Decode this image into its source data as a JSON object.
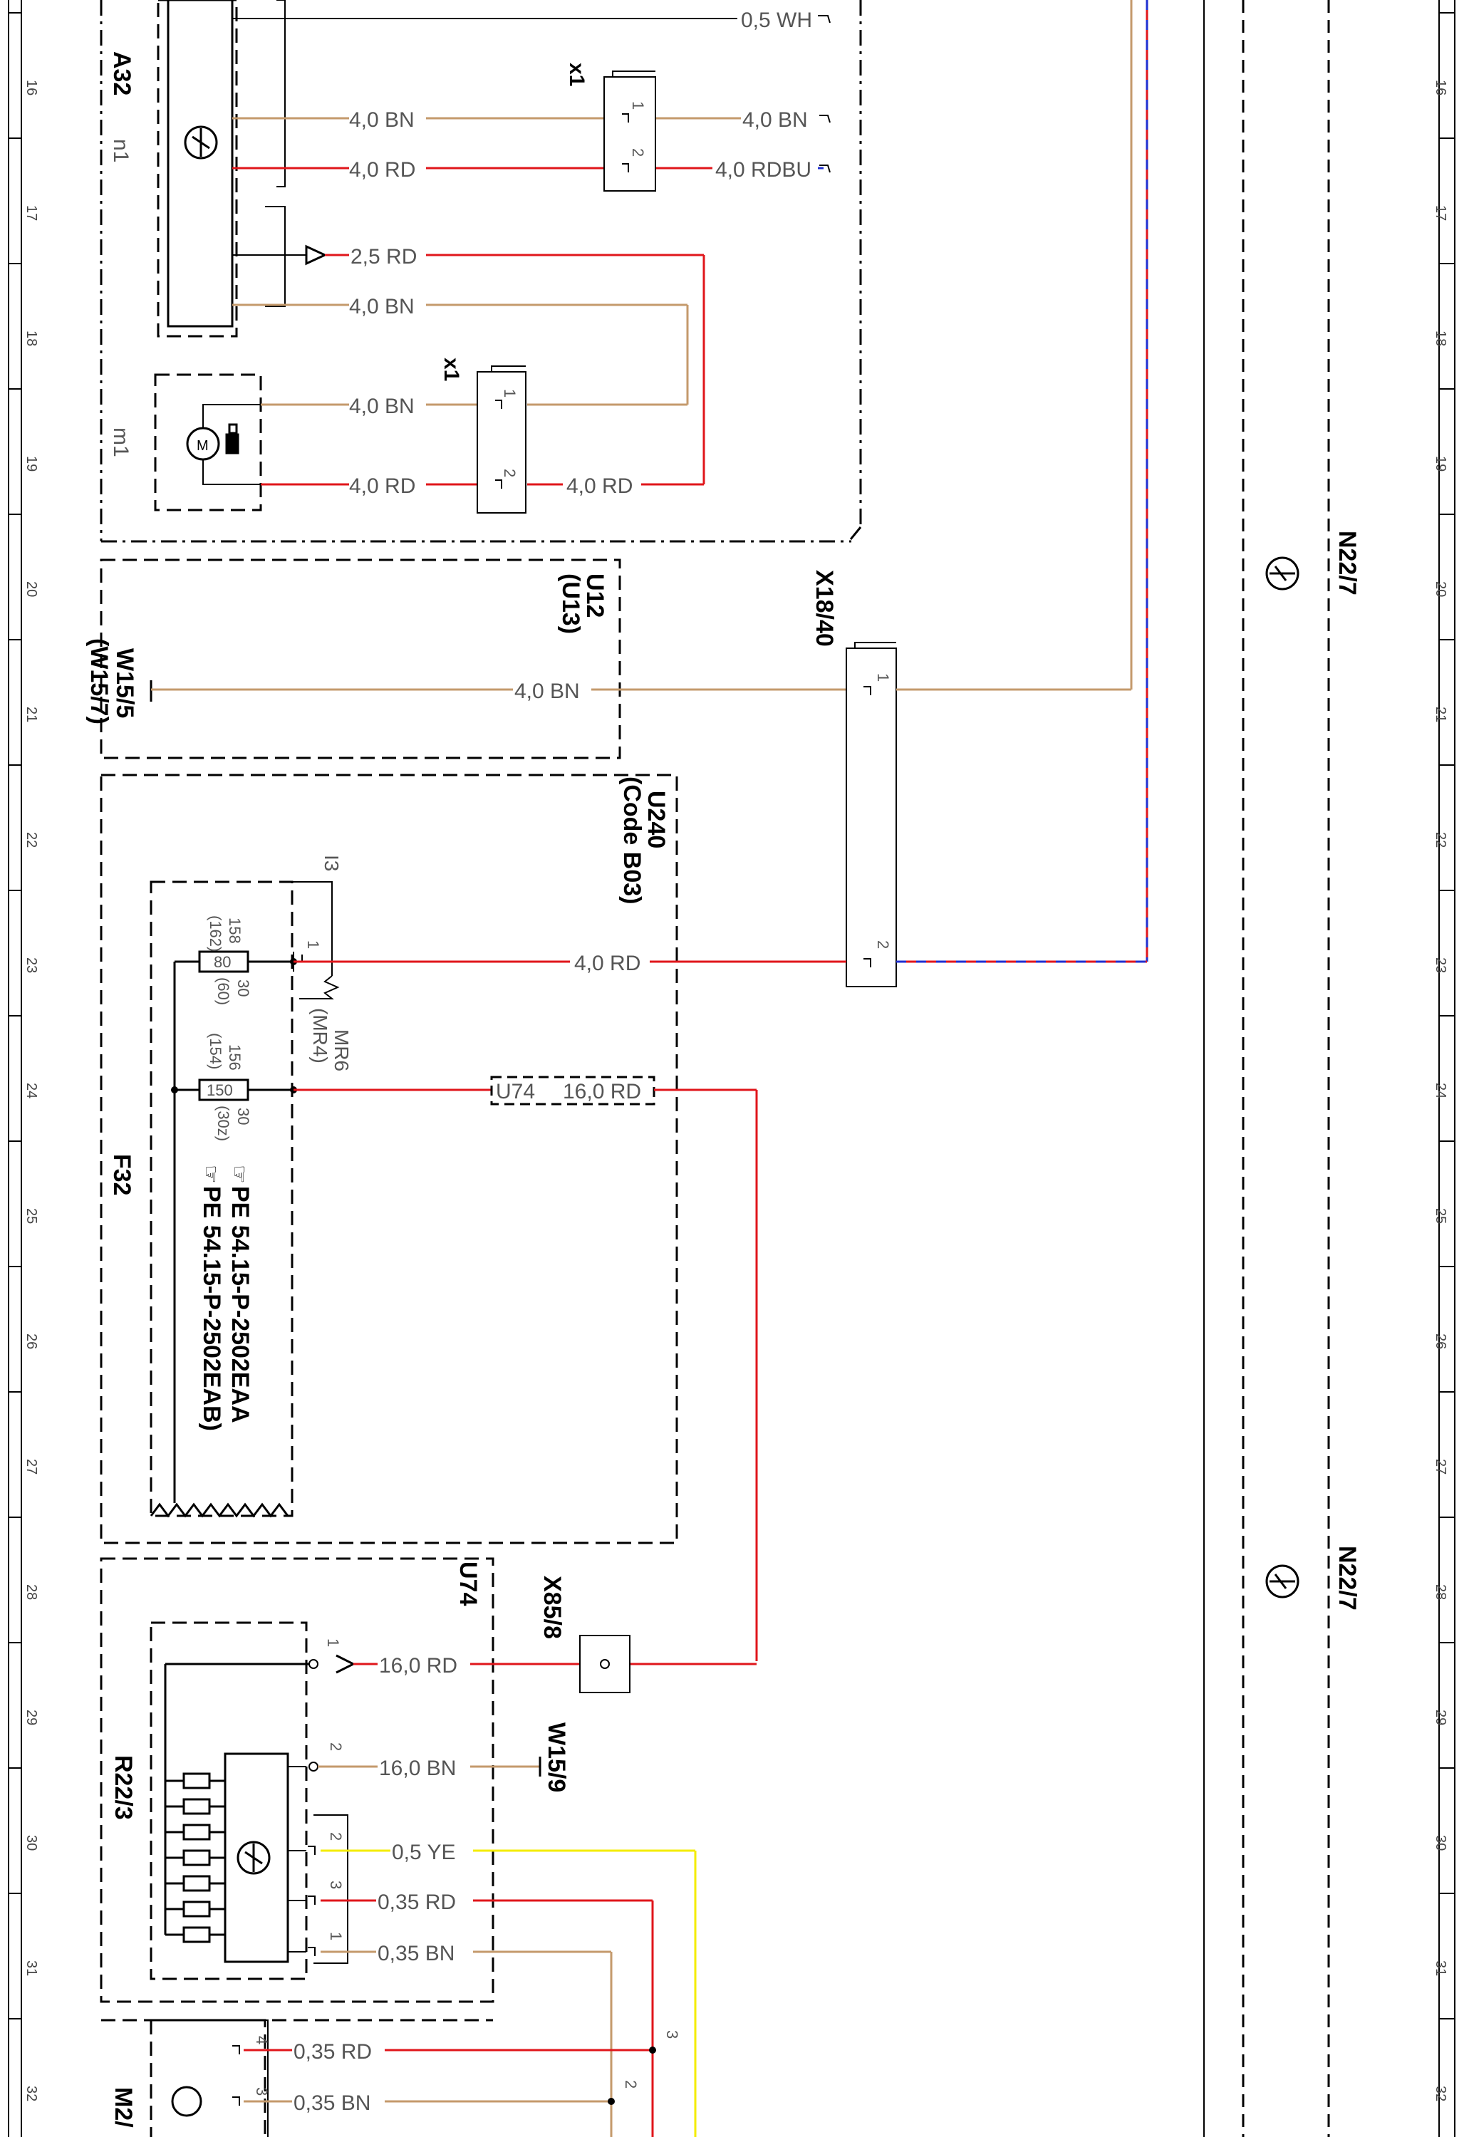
{
  "zone_numbers": [
    "16",
    "17",
    "18",
    "19",
    "20",
    "21",
    "22",
    "23",
    "24",
    "25",
    "26",
    "27",
    "28",
    "29",
    "30",
    "31",
    "32"
  ],
  "components": {
    "a32": "A32",
    "n1": "n1",
    "m1": "m1",
    "x1_top": "x1",
    "x1_mid": "x1",
    "u12": "U12",
    "u13": "(U13)",
    "w15_5": "W15/5",
    "w15_7": "(W15/7)",
    "x18_40": "X18/40",
    "u240": "U240",
    "code_b03": "(Code B03)",
    "f32": "F32",
    "i3": "I3",
    "mr6": "MR6",
    "mr4": "(MR4)",
    "u74": "U74",
    "x85_8": "X85/8",
    "w15_9": "W15/9",
    "r22_3": "R22/3",
    "m2": "M2/",
    "n22_7_a": "N22/7",
    "n22_7_b": "N22/7"
  },
  "wires": {
    "w_wh": "0,5  WH",
    "w_bn1": "4,0  BN",
    "w_bn1b": "4,0  BN",
    "w_rd1": "4,0  RD",
    "w_rdbu": "4,0  RDBU",
    "w_rd25": "2,5  RD",
    "w_bn2": "4,0  BN",
    "w_bn3": "4,0  BN",
    "w_rd3": "4,0  RD",
    "w_rd3b": "4,0  RD",
    "w_bn4": "4,0  BN",
    "w_rd4": "4,0  RD",
    "w_u74rd": "16,0  RD",
    "w_rd16": "16,0  RD",
    "w_bn16": "16,0  BN",
    "w_ye": "0,5  YE",
    "w_rd035": "0,35  RD",
    "w_bn035": "0,35  BN",
    "w_rd035b": "0,35  RD",
    "w_bn035b": "0,35  BN"
  },
  "fuses": {
    "f80_value": "80",
    "f80_top": "158",
    "f80_top_alt": "(162)",
    "f80_bot": "30",
    "f80_bot_alt": "(60)",
    "f150_value": "150",
    "f150_top": "156",
    "f150_top_alt": "(154)",
    "f150_bot": "30",
    "f150_bot_alt": "(30z)"
  },
  "references": {
    "ref1": "PE  54.15-P-2502EAA",
    "ref2": "PE  54.15-P-2502EAB)"
  },
  "pins": {
    "p1": "1",
    "p2": "2",
    "p3": "3",
    "p4": "4"
  },
  "colors": {
    "RD": "#e0161b",
    "BN": "#c49a6c",
    "BU": "#1f2fd0",
    "YE": "#f4ec00",
    "WH": "#000000"
  }
}
